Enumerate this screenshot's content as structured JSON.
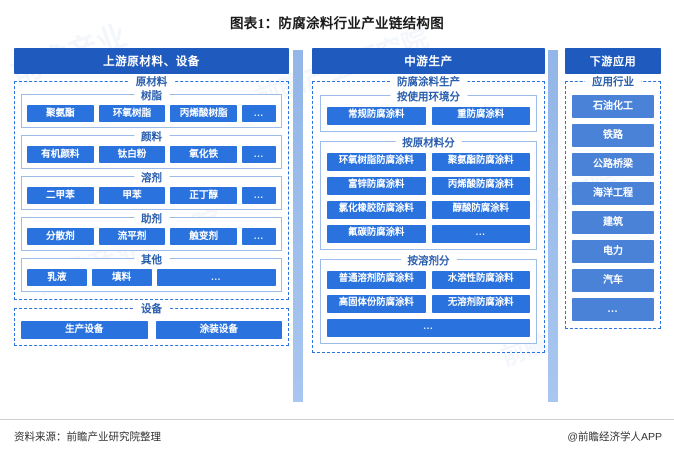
{
  "title": "图表1：防腐涂料行业产业链结构图",
  "footer": {
    "source": "资料来源：前瞻产业研究院整理",
    "app": "@前瞻经济学人APP"
  },
  "colors": {
    "header_blue": "#1f5bbf",
    "cell_blue": "#2a72dd",
    "downstream_blue": "#4a82d8",
    "group_border": "#9dbde8",
    "label_text": "#2a5fae",
    "divider": "#93b6e8"
  },
  "upstream": {
    "header": "上游原材料、设备",
    "raw_materials": {
      "title": "原材料",
      "groups": [
        {
          "title": "树脂",
          "items": [
            "聚氨酯",
            "环氧树脂",
            "丙烯酸树脂",
            "..."
          ]
        },
        {
          "title": "颜料",
          "items": [
            "有机颜料",
            "钛白粉",
            "氧化铁",
            "..."
          ]
        },
        {
          "title": "溶剂",
          "items": [
            "二甲苯",
            "甲苯",
            "正丁醇",
            "..."
          ]
        },
        {
          "title": "助剂",
          "items": [
            "分散剂",
            "流平剂",
            "触变剂",
            "..."
          ]
        },
        {
          "title": "其他",
          "items": [
            "乳液",
            "填料",
            "..."
          ]
        }
      ]
    },
    "equipment": {
      "title": "设备",
      "items": [
        "生产设备",
        "涂装设备"
      ]
    }
  },
  "midstream": {
    "header": "中游生产",
    "production": {
      "title": "防腐涂料生产",
      "groups": [
        {
          "title": "按使用环境分",
          "items": [
            "常规防腐涂料",
            "重防腐涂料"
          ]
        },
        {
          "title": "按原材料分",
          "items": [
            "环氧树脂防腐涂料",
            "聚氨酯防腐涂料",
            "富锌防腐涂料",
            "丙烯酸防腐涂料",
            "氯化橡胶防腐涂料",
            "醇酸防腐涂料",
            "氟碳防腐涂料",
            "..."
          ]
        },
        {
          "title": "按溶剂分",
          "items": [
            "普通溶剂防腐涂料",
            "水溶性防腐涂料",
            "高固体份防腐涂料",
            "无溶剂防腐涂料",
            "..."
          ]
        }
      ]
    }
  },
  "downstream": {
    "header": "下游应用",
    "industries": {
      "title": "应用行业",
      "items": [
        "石油化工",
        "铁路",
        "公路桥梁",
        "海洋工程",
        "建筑",
        "电力",
        "汽车",
        "..."
      ]
    }
  },
  "watermarks": [
    "前瞻",
    "产业研究院",
    "前瞻",
    "前瞻产业研究院"
  ]
}
